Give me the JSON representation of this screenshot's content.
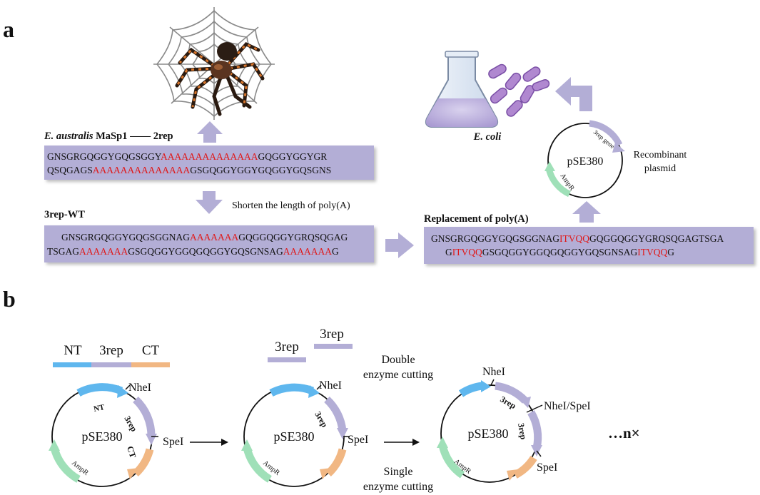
{
  "panels": {
    "a": "a",
    "b": "b"
  },
  "partA": {
    "title_species": "E. australis",
    "title_rest": " MaSp1 —— 2rep",
    "seq1_line1": [
      {
        "t": "GNSGRGQGGYGQGSGGY",
        "red": false
      },
      {
        "t": "AAAAAAAAAAAAAA",
        "red": true
      },
      {
        "t": "GQGGYGGYGR",
        "red": false
      }
    ],
    "seq1_line2": [
      {
        "t": "QSQGAGS",
        "red": false
      },
      {
        "t": "AAAAAAAAAAAAAA",
        "red": true
      },
      {
        "t": "GSGQGGYGGYGQGGYGQSGNS",
        "red": false
      }
    ],
    "shorten_note": "Shorten the length of poly(A)",
    "wt_title": "3rep-WT",
    "seq2_line1": [
      {
        "t": "GNSGRGQGGYGQGSGGNAG",
        "red": false
      },
      {
        "t": "AAAAAAA",
        "red": true
      },
      {
        "t": "GQGGQGGYGRQSQGAG",
        "red": false
      }
    ],
    "seq2_line2": [
      {
        "t": "TSGAG",
        "red": false
      },
      {
        "t": "AAAAAAA",
        "red": true
      },
      {
        "t": "GSGQGGYGGQGQGGYGQSGNSAG",
        "red": false
      },
      {
        "t": "AAAAAAA",
        "red": true
      },
      {
        "t": "G",
        "red": false
      }
    ],
    "replace_title": "Replacement of poly(A)",
    "seq3_line1": [
      {
        "t": "GNSGRGQGGYGQGSGGNAG",
        "red": false
      },
      {
        "t": "ITVQQ",
        "red": true
      },
      {
        "t": "GQGGQGGYGRQSQGAGTSGA",
        "red": false
      }
    ],
    "seq3_line2": [
      {
        "t": "G",
        "red": false
      },
      {
        "t": "ITVQQ",
        "red": true
      },
      {
        "t": "GSGQGGYGGQGQGGYGQSGNSAG",
        "red": false
      },
      {
        "t": "ITVQQ",
        "red": true
      },
      {
        "t": "G",
        "red": false
      }
    ],
    "plasmid_name": "pSE380",
    "plasmid_gene": "3rep gene",
    "plasmid_ampr": "AmpR",
    "recombinant_line1": "Recombinant",
    "recombinant_line2": "plasmid",
    "ecoli": "E. coli"
  },
  "partB": {
    "legend": {
      "nt": "NT",
      "rep": "3rep",
      "ct": "CT"
    },
    "plasmid1": {
      "name": "pSE380",
      "nt": "NT",
      "rep": "3rep",
      "ct": "CT",
      "ampr": "AmpR",
      "site1": "NheI",
      "site2": "SpeI"
    },
    "fragments": {
      "rep_a": "3rep",
      "rep_b": "3rep"
    },
    "double_cut_1": "Double",
    "double_cut_2": "enzyme cutting",
    "plasmid2": {
      "name": "pSE380",
      "rep": "3rep",
      "ampr": "AmpR",
      "site1": "NheI",
      "site2": "SpeI"
    },
    "single_cut_1": "Single",
    "single_cut_2": "enzyme cutting",
    "plasmid3": {
      "name": "pSE380",
      "rep1": "3rep",
      "rep2": "3rep",
      "ampr": "AmpR",
      "site1": "NheI",
      "site2": "NheI/SpeI",
      "site3": "SpeI"
    },
    "repeat_note": "…n×"
  },
  "colors": {
    "box": "#b3aed6",
    "arrow": "#b3aed6",
    "nt": "#5fb7ee",
    "rep": "#b3aed6",
    "ct": "#f1b783",
    "ampr": "#9fe0b8",
    "red": "#e01818"
  }
}
